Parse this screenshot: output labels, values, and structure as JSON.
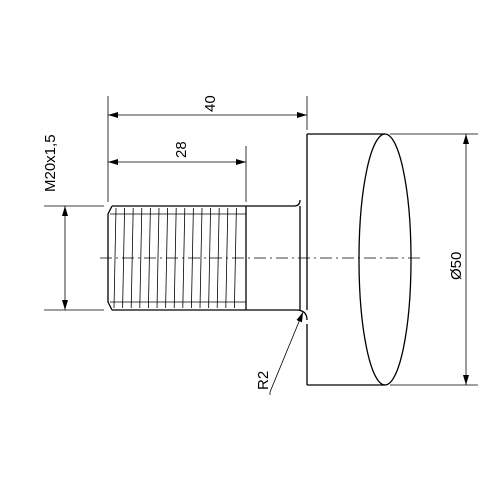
{
  "drawing": {
    "dimensions": {
      "thread": "M20x1,5",
      "overall_length": "40",
      "thread_length": "28",
      "head_diameter": "Ø50",
      "fillet_radius": "R2"
    }
  }
}
